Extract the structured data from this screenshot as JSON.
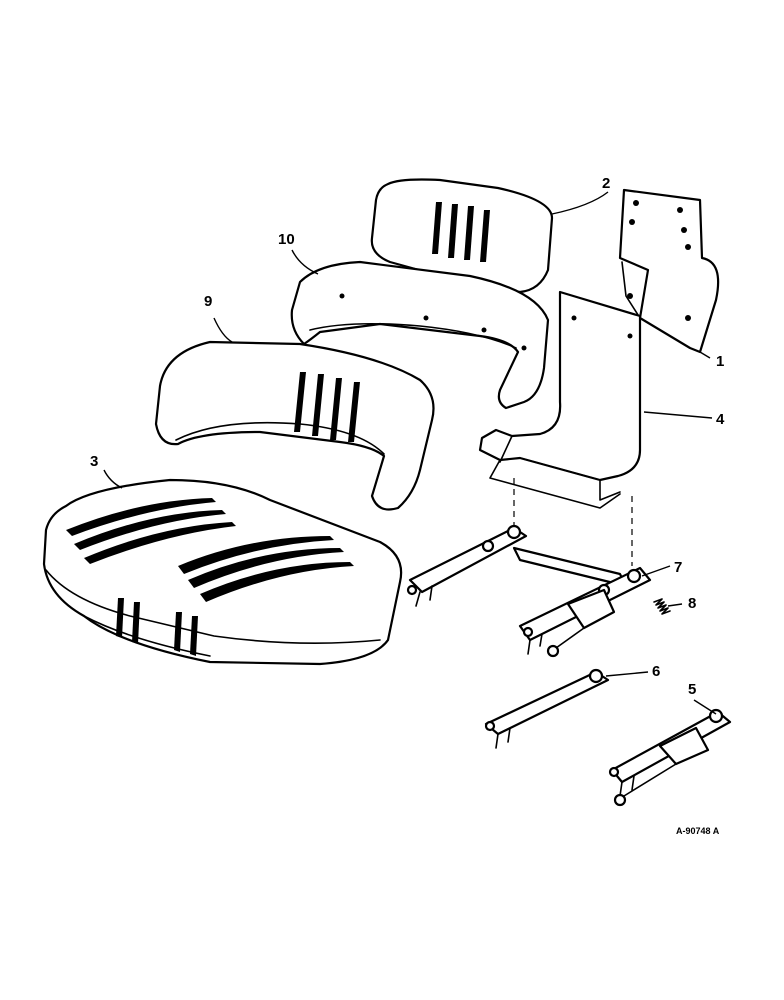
{
  "diagram": {
    "reference_code": "A-90748 A",
    "callouts": [
      {
        "id": "part-1",
        "label": "1"
      },
      {
        "id": "part-2",
        "label": "2"
      },
      {
        "id": "part-3",
        "label": "3"
      },
      {
        "id": "part-4",
        "label": "4"
      },
      {
        "id": "part-5",
        "label": "5"
      },
      {
        "id": "part-6",
        "label": "6"
      },
      {
        "id": "part-7",
        "label": "7"
      },
      {
        "id": "part-8",
        "label": "8"
      },
      {
        "id": "part-9",
        "label": "9"
      },
      {
        "id": "part-10",
        "label": "10"
      }
    ]
  },
  "colors": {
    "ink": "#000000",
    "paper": "#ffffff"
  }
}
